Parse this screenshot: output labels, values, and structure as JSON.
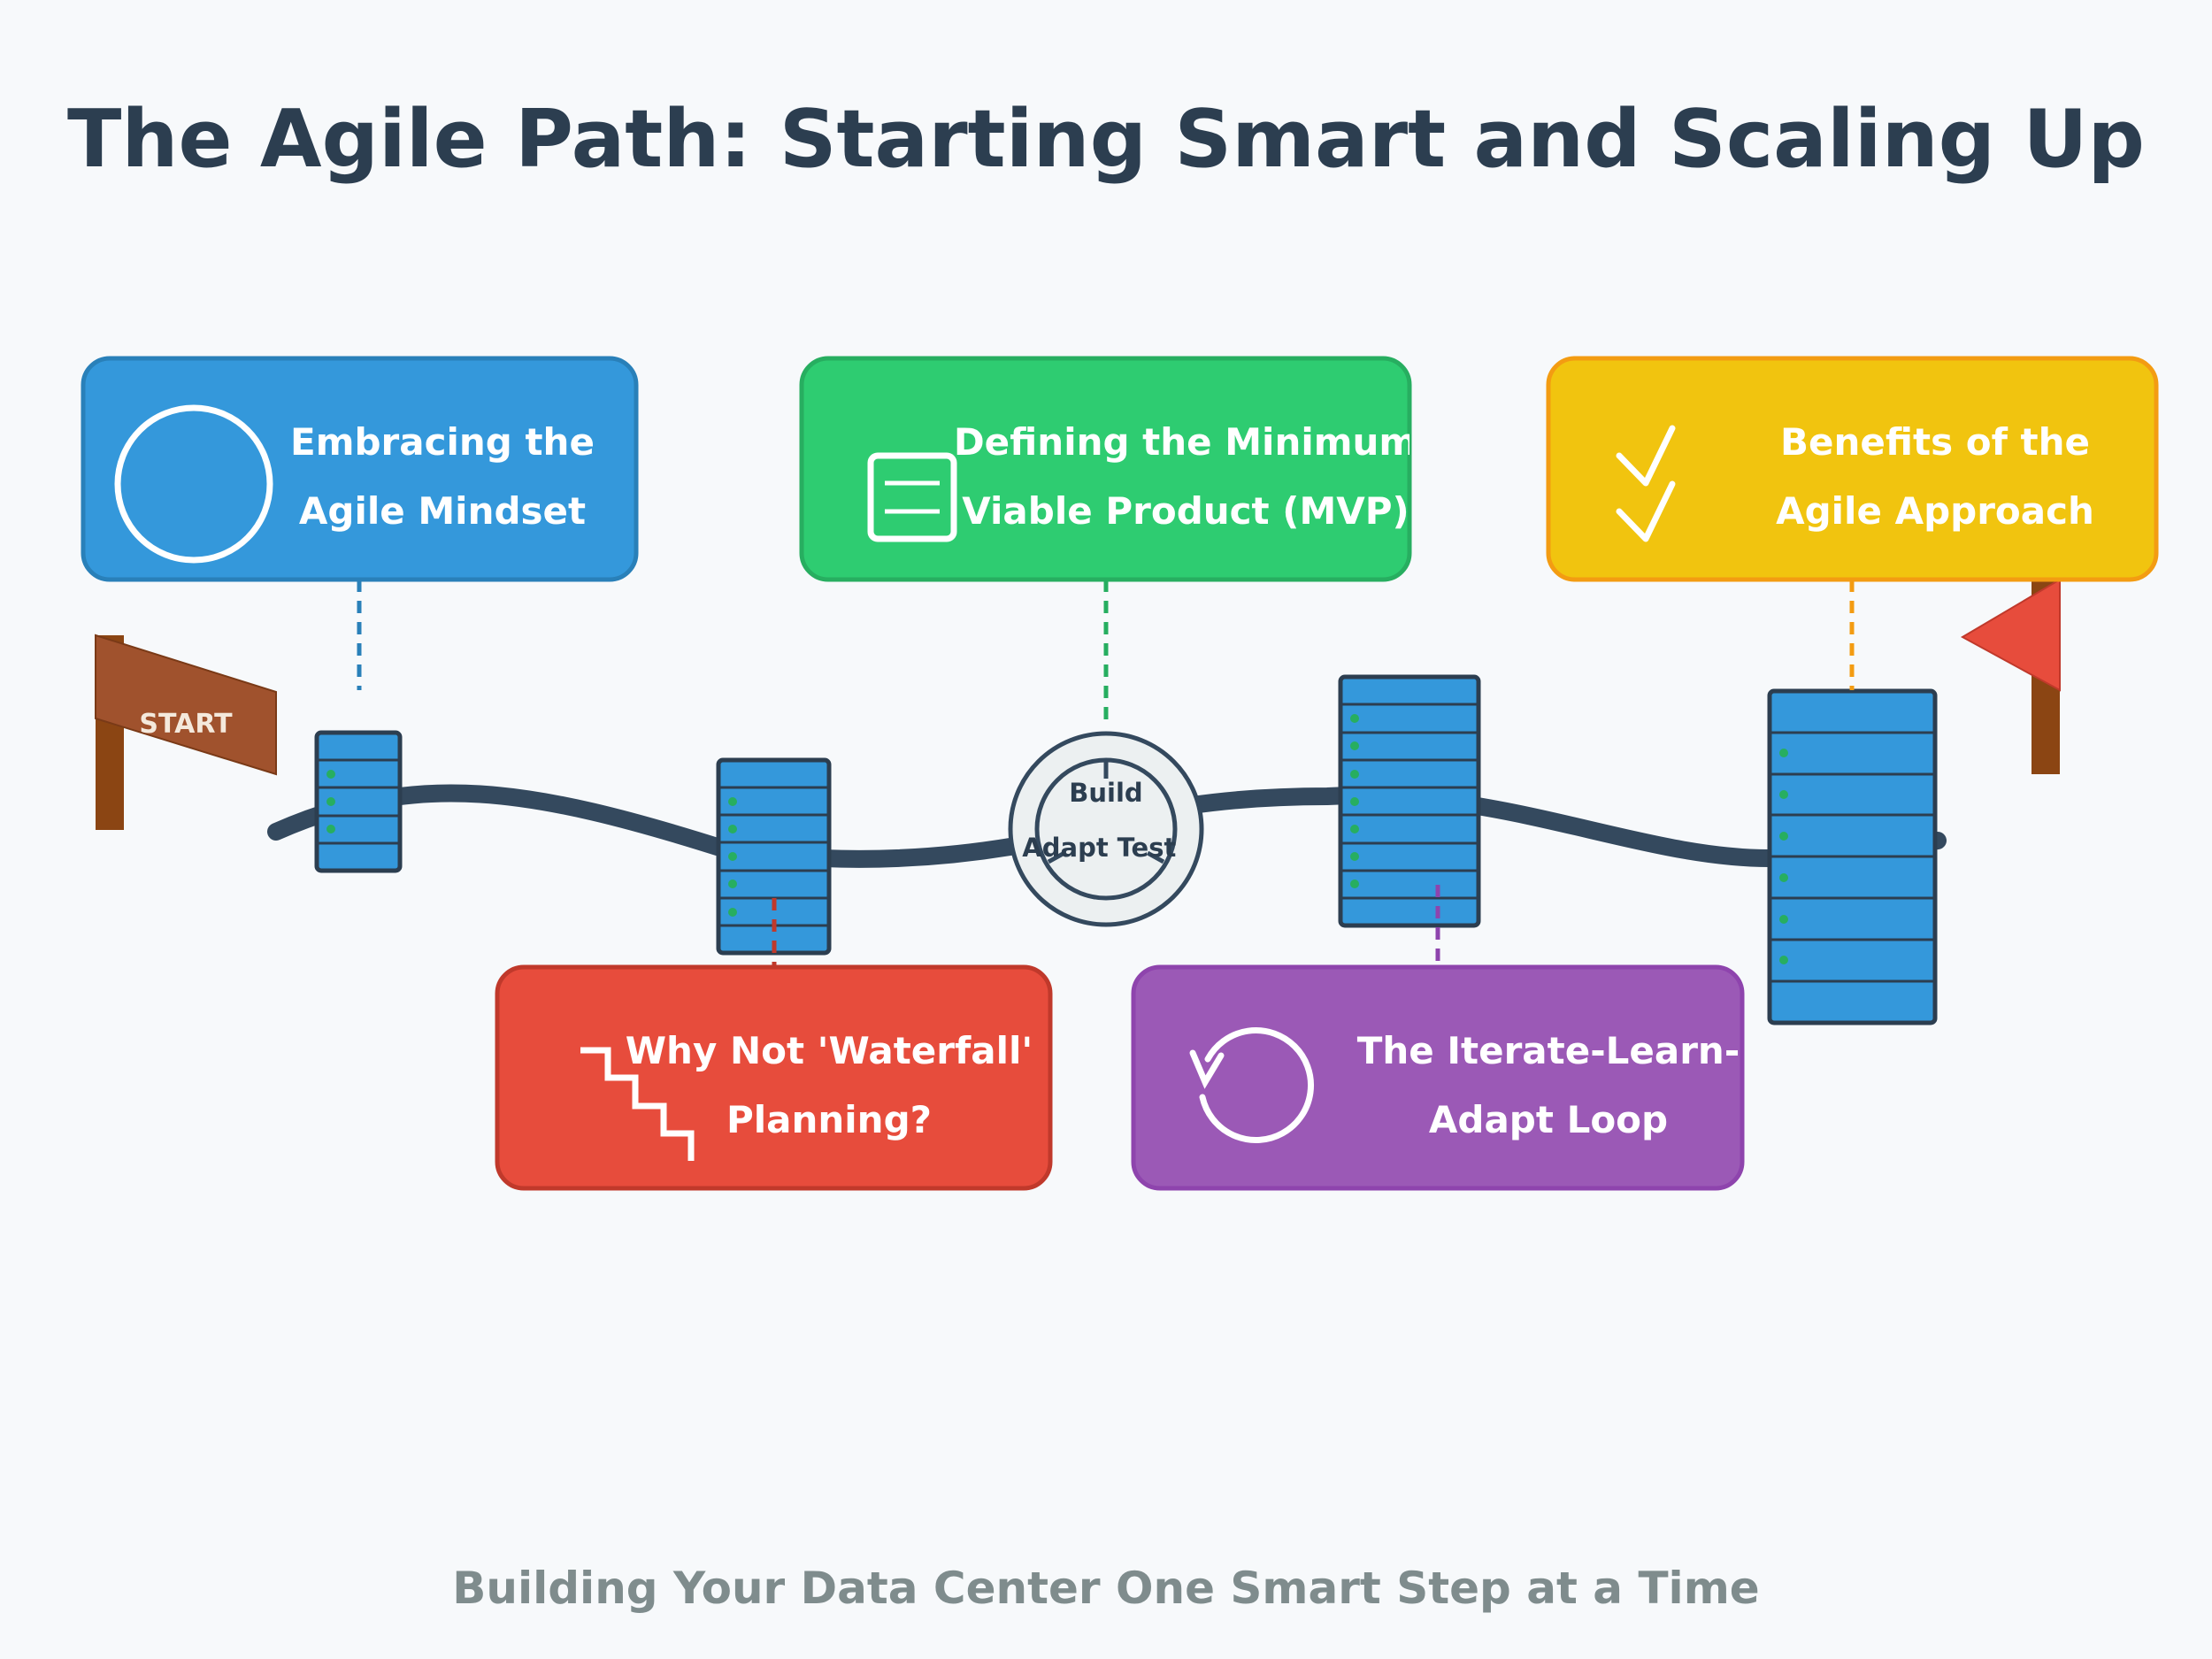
{
  "title": "The Agile Path: Starting Smart and Scaling Up",
  "subtitle": "Building Your Data Center One Smart Step at a Time",
  "start_flag": "START",
  "cycle": {
    "top": "Build",
    "left": "Adapt",
    "right": "Test"
  },
  "cards": {
    "mindset": {
      "line1": "Embracing the",
      "line2": "Agile Mindset",
      "color": "#3498db",
      "icon": "circle-icon"
    },
    "mvp": {
      "line1": "Defining the Minimum",
      "line2": "Viable Product (MVP)",
      "color": "#2ecc71",
      "icon": "document-icon"
    },
    "benefits": {
      "line1": "Benefits of the",
      "line2": "Agile Approach",
      "color": "#f1c40f",
      "icon": "checkmarks-icon"
    },
    "waterfall": {
      "line1": "Why Not 'Waterfall'",
      "line2": "Planning?",
      "color": "#e74c3c",
      "icon": "stairs-icon"
    },
    "loop": {
      "line1": "The Iterate-Learn-",
      "line2": "Adapt Loop",
      "color": "#9b59b6",
      "icon": "refresh-icon"
    }
  },
  "colors": {
    "road": "#34495e",
    "rack": "#3498db",
    "rack_led": "#27ae60",
    "finish_flag": "#e74c3c",
    "start_flag": "#a0522d",
    "pole": "#8b4513"
  }
}
